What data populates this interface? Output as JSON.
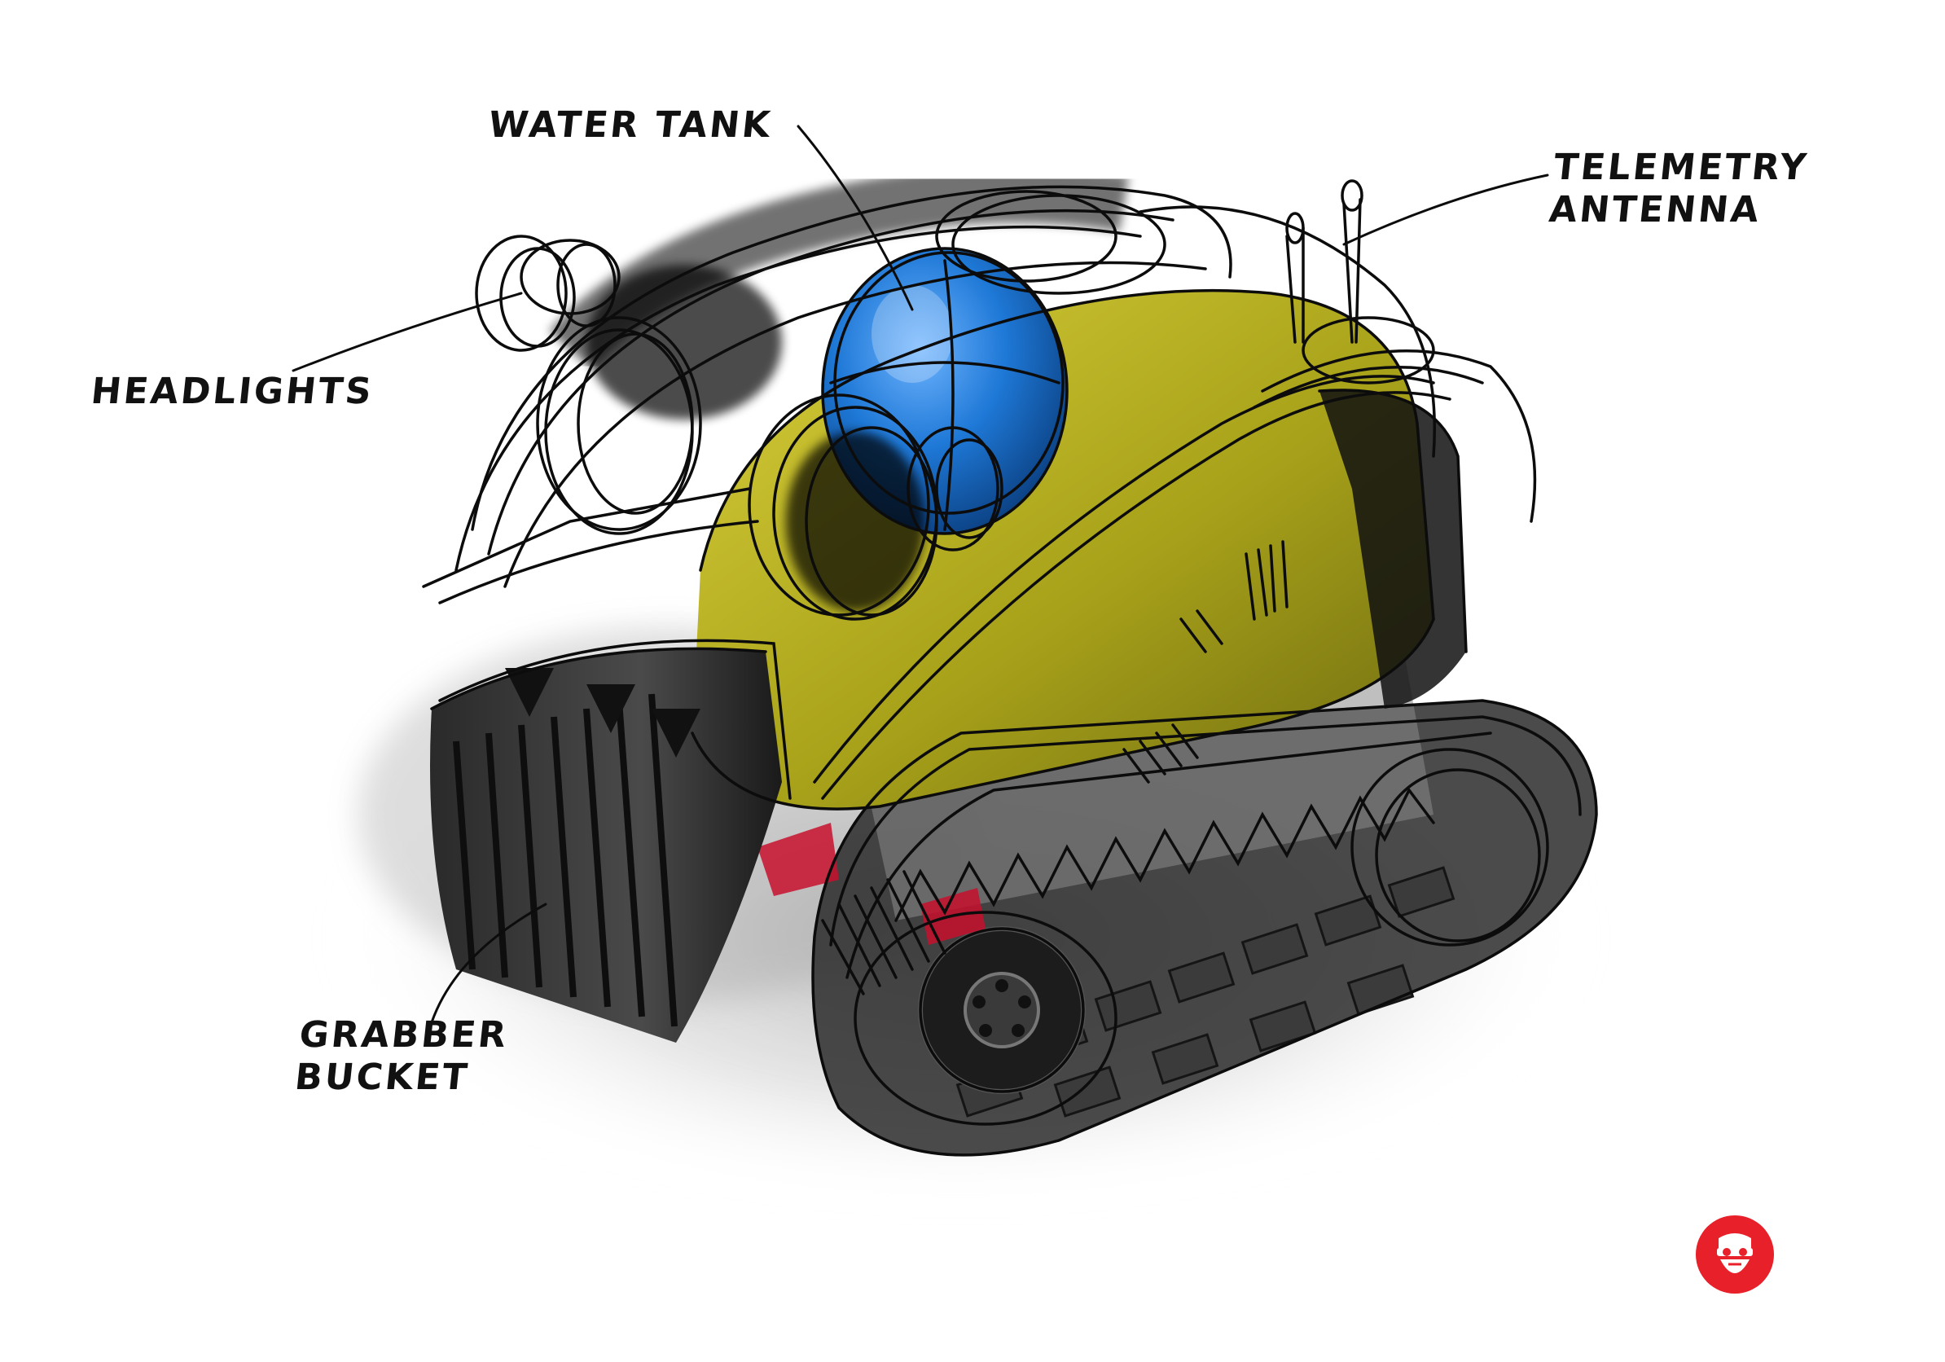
{
  "labels": {
    "water_tank": "WATER TANK",
    "telemetry_line1": "TELEMETRY",
    "telemetry_line2": "ANTENNA",
    "headlights": "HEADLIGHTS",
    "bucket_line1": "GRABBER",
    "bucket_line2": "BUCKET"
  },
  "colors": {
    "body_yellow": "#a8a21a",
    "tank_blue": "#1e78d6",
    "track_black": "#1a1a1a",
    "accent_red": "#c8102e",
    "ink": "#111111",
    "badge_red": "#e8202a"
  },
  "icons": {
    "badge": "bearded-face-icon"
  }
}
